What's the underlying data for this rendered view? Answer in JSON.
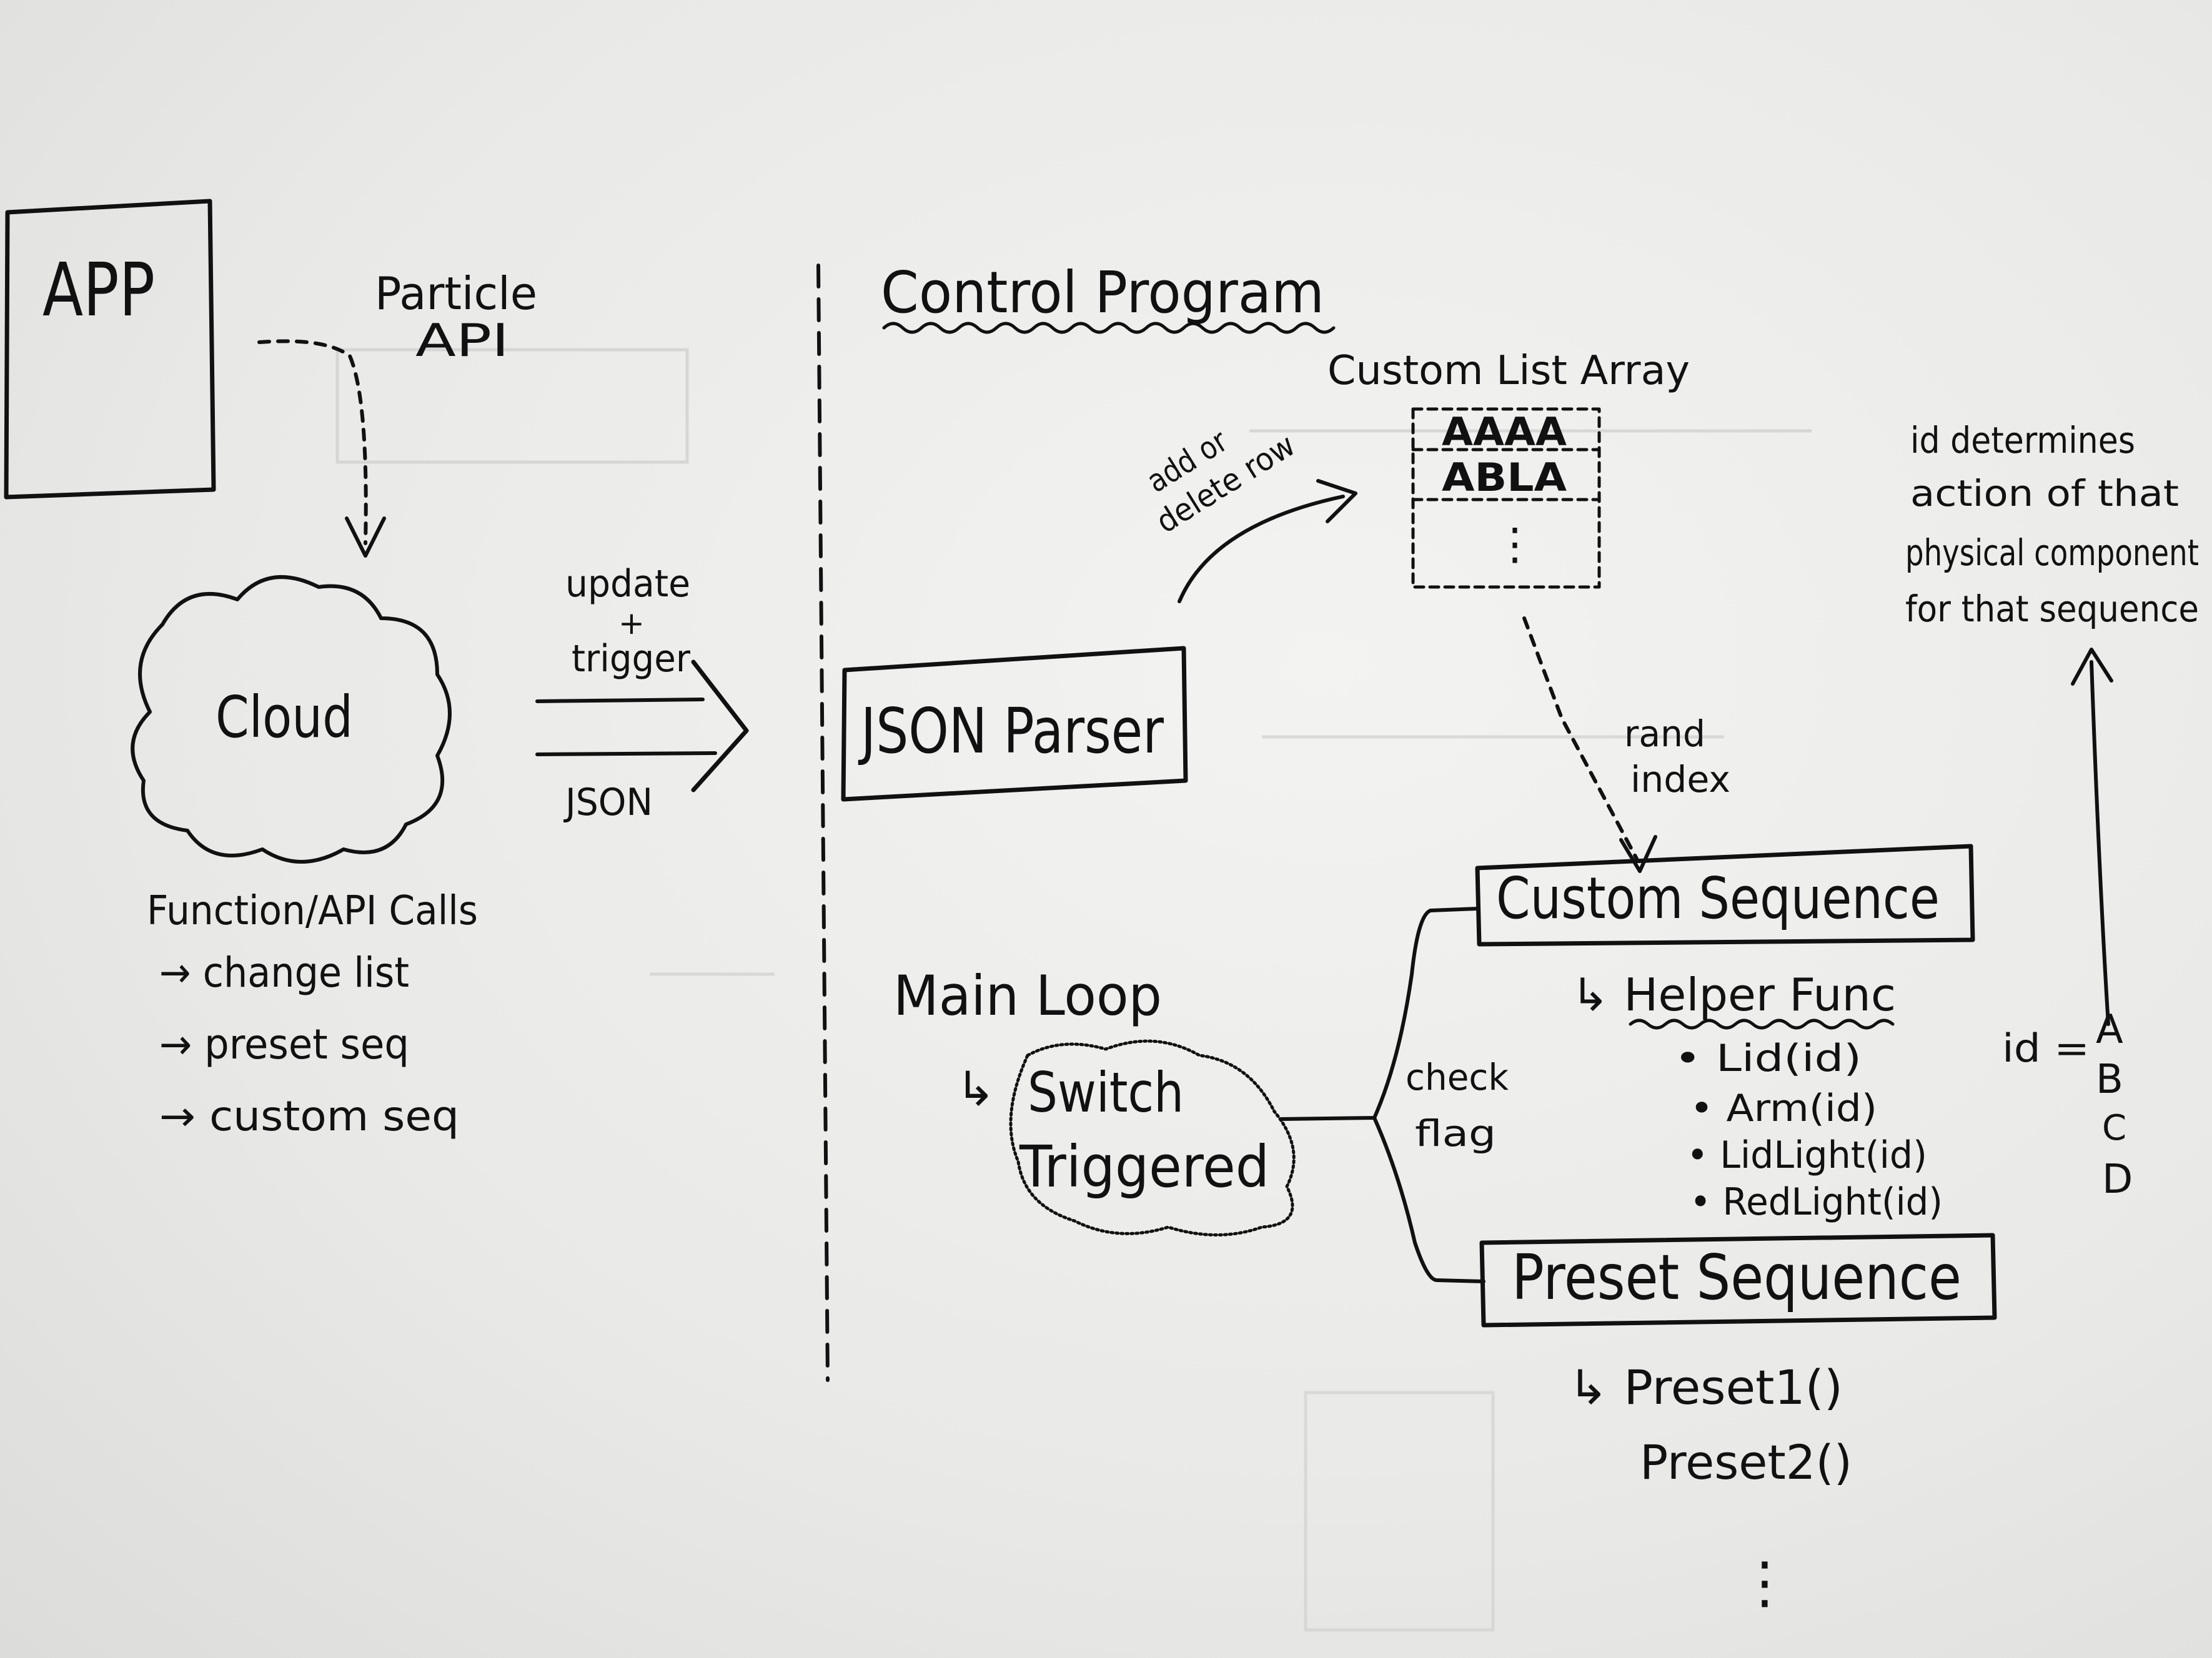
{
  "app": {
    "label": "APP"
  },
  "particle_api": {
    "line1": "Particle",
    "line2": "API"
  },
  "cloud": {
    "label": "Cloud"
  },
  "function_calls": {
    "title": "Function/API Calls",
    "items": [
      "→ change list",
      "→ preset seq",
      "→ custom seq"
    ]
  },
  "update_arrow": {
    "line1": "update",
    "line2": "+",
    "line3": "trigger",
    "bottom": "JSON"
  },
  "control_program": {
    "title": "Control Program"
  },
  "json_parser": {
    "label": "JSON Parser"
  },
  "add_delete": {
    "line1": "add or",
    "line2": "delete row"
  },
  "custom_list": {
    "title": "Custom List Array",
    "rows": [
      "AAAA",
      "ABLA"
    ],
    "more": "⋮"
  },
  "rand_index": {
    "line1": "rand",
    "line2": "index"
  },
  "id_note": {
    "lines": [
      "id determines",
      "action of that",
      "physical component",
      "for that sequence"
    ]
  },
  "custom_sequence": {
    "label": "Custom Sequence"
  },
  "helper_func": {
    "title": "↳ Helper Func",
    "items": [
      "• Lid(id)",
      "• Arm(id)",
      "• LidLight(id)",
      "• RedLight(id)"
    ]
  },
  "id_values": {
    "prefix": "id =",
    "values": [
      "A",
      "B",
      "C",
      "D"
    ]
  },
  "main_loop": {
    "title": "Main Loop"
  },
  "switch": {
    "prefix": "↳",
    "line1": "Switch",
    "line2": "Triggered"
  },
  "check_flag": {
    "line1": "check",
    "line2": "flag"
  },
  "preset_sequence": {
    "label": "Preset Sequence"
  },
  "presets": {
    "items": [
      "↳ Preset1()",
      "Preset2()"
    ],
    "more": "⋮"
  }
}
